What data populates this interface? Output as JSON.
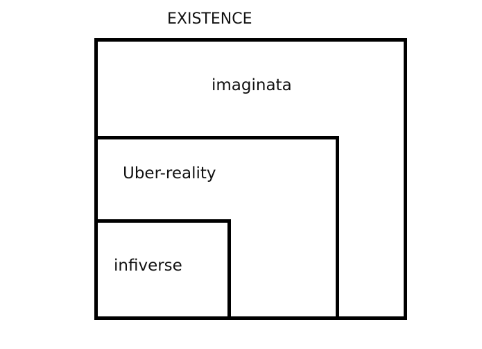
{
  "diagram": {
    "title": "EXISTENCE",
    "type": "nested-sets",
    "regions": [
      {
        "id": "imaginata",
        "label": "imaginata",
        "contains": [
          "uber-reality"
        ]
      },
      {
        "id": "uber-reality",
        "label": "Uber-reality",
        "contains": [
          "infiverse"
        ]
      },
      {
        "id": "infiverse",
        "label": "infiverse",
        "contains": []
      }
    ],
    "colors": {
      "stroke": "#000000",
      "background": "#ffffff",
      "text": "#111111"
    }
  }
}
